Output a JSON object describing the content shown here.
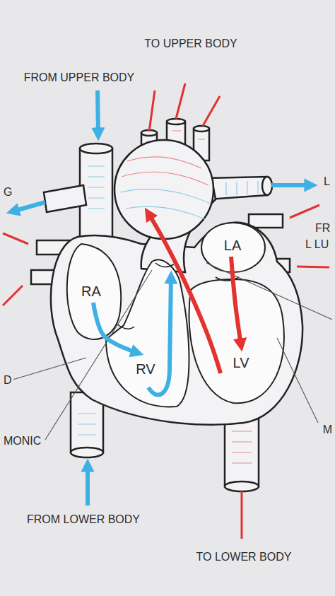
{
  "diagram": {
    "nodes": [
      {
        "text": [
          "RA"
        ]
      },
      {
        "text": [
          "RV"
        ]
      },
      {
        "text": [
          "LA"
        ]
      },
      {
        "text": [
          "LV"
        ]
      }
    ],
    "edges": [
      {
        "from": 0,
        "to": 1,
        "arrow": "to"
      },
      {
        "from": 2,
        "to": 3,
        "arrow": "to"
      }
    ],
    "labels": [
      "TO UPPER BODY",
      "FROM UPPER BODY",
      "G",
      "L",
      "FR",
      "L LU",
      "D",
      "MONIC",
      "M",
      "FROM LOWER BODY",
      "TO LOWER BODY"
    ]
  }
}
